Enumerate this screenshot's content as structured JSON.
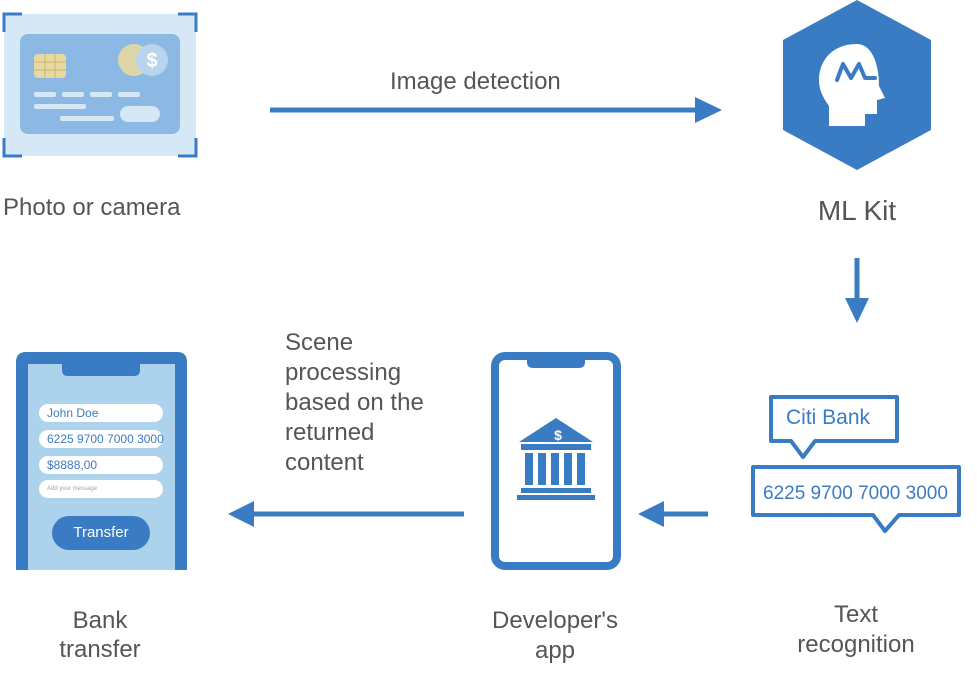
{
  "nodes": {
    "photo": {
      "label": "Photo or camera"
    },
    "mlkit": {
      "label": "ML Kit"
    },
    "text_recognition": {
      "label_line1": "Text",
      "label_line2": "recognition",
      "bubble_bank": "Citi Bank",
      "bubble_number": "6225 9700 7000 3000"
    },
    "developer_app": {
      "label_line1": "Developer's",
      "label_line2": "app",
      "currency": "$"
    },
    "bank_transfer": {
      "label_line1": "Bank",
      "label_line2": "transfer",
      "field_name": "John Doe",
      "field_card": "6225 9700 7000 3000",
      "field_amount": "$8888,00",
      "field_message": "Add your message",
      "button": "Transfer"
    }
  },
  "edges": {
    "image_detection": "Image detection",
    "scene_processing": [
      "Scene",
      "processing",
      "based on the",
      "returned",
      "content"
    ]
  },
  "colors": {
    "primary": "#3a7cc4",
    "card_light": "#8cb8e4",
    "card_bg": "#d6e7f6",
    "text": "#555555"
  }
}
